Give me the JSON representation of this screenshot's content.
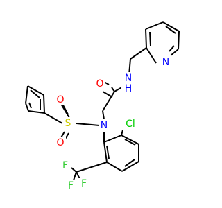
{
  "molecule": {
    "atoms": [
      {
        "element": "N",
        "label": "N",
        "color": "#0000ff"
      },
      {
        "element": "N",
        "label": "N",
        "color": "#0000ff"
      },
      {
        "element": "N",
        "label": "N",
        "color": "#0000ff"
      },
      {
        "element": "O",
        "label": "O",
        "color": "#ff0000"
      },
      {
        "element": "O",
        "label": "O",
        "color": "#ff0000"
      },
      {
        "element": "O",
        "label": "O",
        "color": "#ff0000"
      },
      {
        "element": "S",
        "label": "S",
        "color": "#cccc00"
      },
      {
        "element": "Cl",
        "label": "Cl",
        "color": "#00cc00"
      },
      {
        "element": "F",
        "label": "F",
        "color": "#33cc33"
      },
      {
        "element": "F",
        "label": "F",
        "color": "#33cc33"
      },
      {
        "element": "F",
        "label": "F",
        "color": "#33cc33"
      },
      {
        "element": "N",
        "label": "H",
        "color": "#0000ff"
      }
    ]
  }
}
